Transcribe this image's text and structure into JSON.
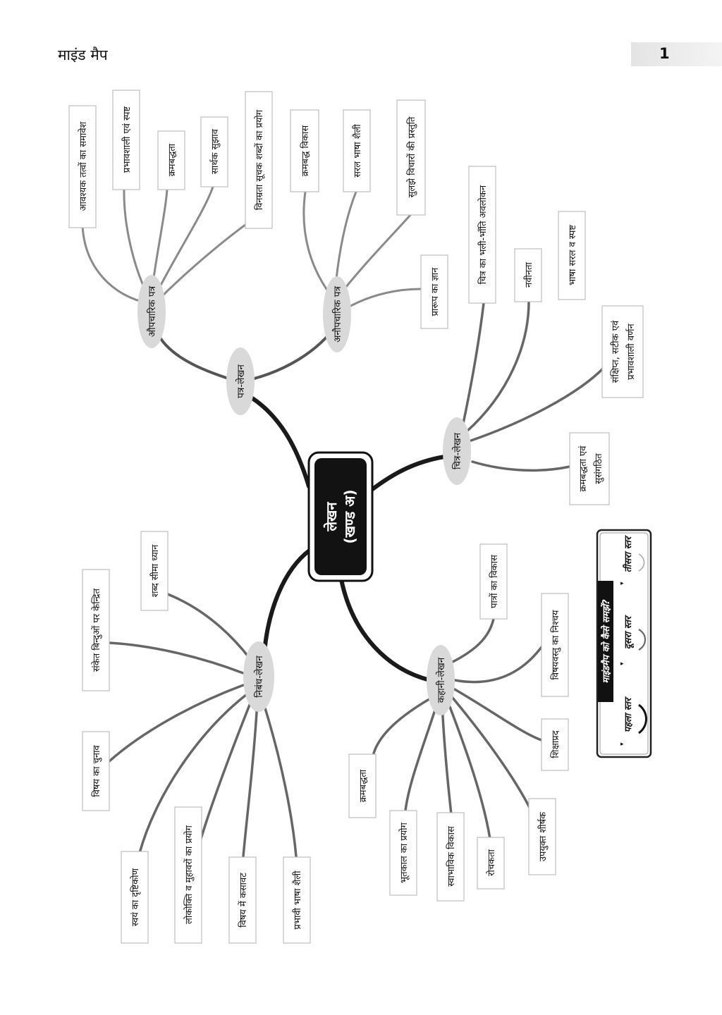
{
  "header": {
    "title": "माइंड मैप",
    "page_number": "1"
  },
  "center": {
    "line1": "लेखन",
    "line2": "(खण्ड अ)"
  },
  "branches": {
    "patra": {
      "label": "पत्र-लेखन",
      "aupcharik": {
        "label": "औपचारिक पत्र",
        "items": [
          "आवश्यक तत्वों का समावेश",
          "प्रभावशाली एवं स्पष्ट",
          "क्रमबद्धता",
          "सार्थक सुझाव",
          "विनम्रता सूचक शब्दों का प्रयोग"
        ]
      },
      "anaupcharik": {
        "label": "अनौपचारिक पत्र",
        "items": [
          "क्रमबद्ध विकास",
          "सरल भाषा शैली",
          "सुलझे विचारों की प्रस्तुति",
          "प्रारूप का ज्ञान"
        ]
      }
    },
    "chitra": {
      "label": "चित्र-लेखन",
      "items": [
        "चित्र का भली-भाँति अवलोकन",
        "नवीनता",
        "भाषा सरल व स्पष्ट",
        "संक्षिप्त, सटीक एवं",
        "प्रभावशाली वर्णन",
        "क्रमबद्धता एवं",
        "सुसंगठित"
      ]
    },
    "kahani": {
      "label": "कहानी-लेखन",
      "items": [
        "पात्रों का विकास",
        "विषयवस्तु का निश्चय",
        "शिक्षाप्रद",
        "उपयुक्त शीर्षक",
        "रोचकता",
        "स्वाभाविक विकास",
        "भूतकाल का प्रयोग",
        "क्रमबद्धता"
      ]
    },
    "nibandh": {
      "label": "निबंध-लेखन",
      "items": [
        "शब्द सीमा ध्यान",
        "संकेत बिन्दुओं पर केन्द्रित",
        "विषय का चुनाव",
        "स्वयं का दृष्टिकोण",
        "लोकोक्ति व मुहावरों का प्रयोग",
        "विषय में कसावट",
        "प्रभावी भाषा शैली"
      ]
    }
  },
  "legend": {
    "title": "माइंडमैप को कैसे समझें?",
    "levels": [
      "पहला स्तर",
      "दूसरा स्तर",
      "तीसरा स्तर"
    ]
  }
}
